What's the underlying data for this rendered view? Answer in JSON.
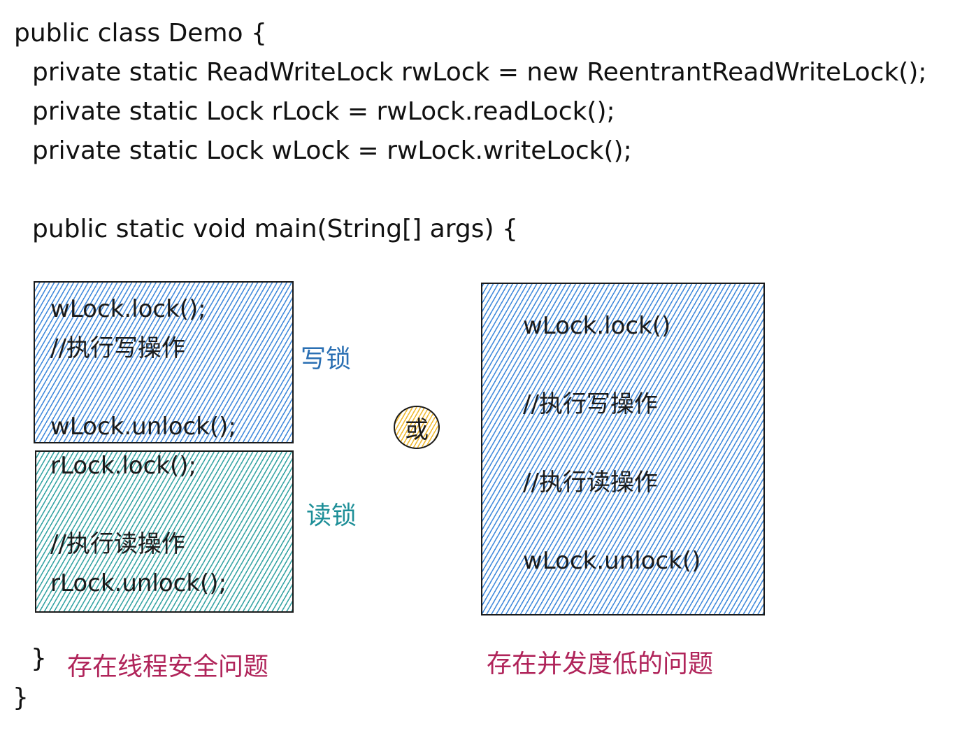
{
  "code": {
    "line1": "public class Demo {",
    "line2": "private static ReadWriteLock rwLock = new ReentrantReadWriteLock();",
    "line3": "private static Lock rLock = rwLock.readLock();",
    "line4": "private static Lock wLock = rwLock.writeLock();",
    "line5": "public static void main(String[] args) {",
    "close_method": "}",
    "close_class": "}"
  },
  "left_diagram": {
    "write_box": {
      "line1": "wLock.lock();",
      "line2": "//执行写操作",
      "line3": "wLock.unlock();",
      "label": "写锁"
    },
    "read_box": {
      "line1": "rLock.lock();",
      "line2": "//执行读操作",
      "line3": "rLock.unlock();",
      "label": "读锁"
    },
    "caption": "存在线程安全问题"
  },
  "or_label": "或",
  "right_diagram": {
    "line1": "wLock.lock()",
    "line2": "//执行写操作",
    "line3": "//执行读操作",
    "line4": "wLock.unlock()",
    "caption": "存在并发度低的问题"
  },
  "colors": {
    "write_hatch": "#2478d6",
    "read_hatch": "#189696",
    "or_hatch": "#f0b41e",
    "caption": "#b0245a",
    "write_label": "#2a6fb3",
    "read_label": "#1e8f98"
  }
}
